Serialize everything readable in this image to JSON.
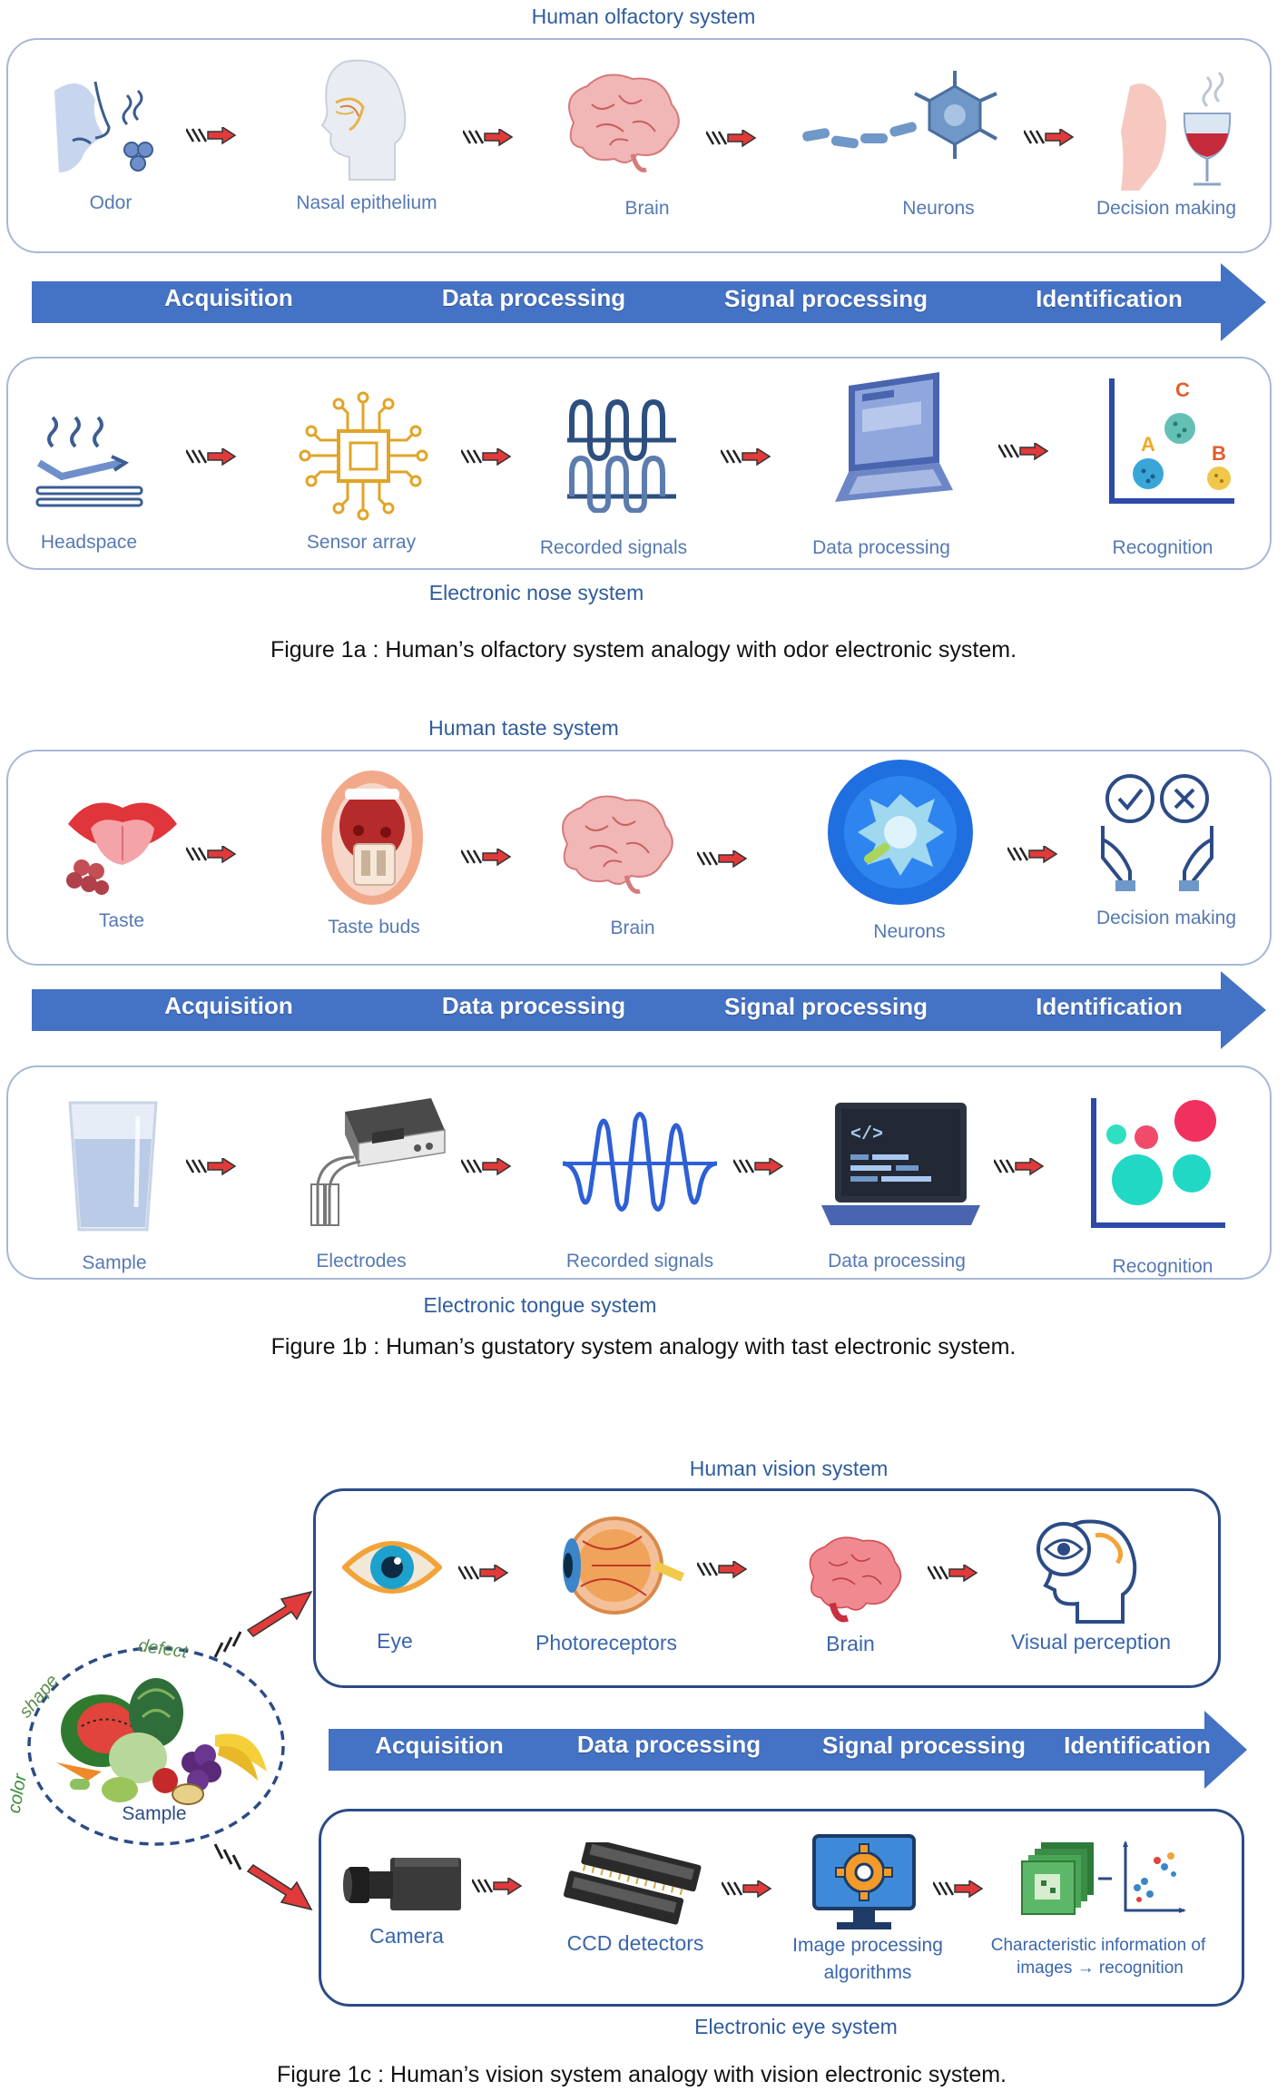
{
  "fig_a": {
    "human_title": "Human olfactory system",
    "human_items": [
      "Odor",
      "Nasal epithelium",
      "Brain",
      "Neurons",
      "Decision making"
    ],
    "stages": [
      "Acquisition",
      "Data processing",
      "Signal processing",
      "Identification"
    ],
    "device_items": [
      "Headspace",
      "Sensor array",
      "Recorded signals",
      "Data processing",
      "Recognition"
    ],
    "device_title": "Electronic nose system",
    "caption": "Figure 1a : Human’s olfactory system analogy with odor electronic system.",
    "recognition_letters": [
      "C",
      "A",
      "B"
    ]
  },
  "fig_b": {
    "human_title": "Human taste system",
    "human_items": [
      "Taste",
      "Taste buds",
      "Brain",
      "Neurons",
      "Decision making"
    ],
    "stages": [
      "Acquisition",
      "Data processing",
      "Signal processing",
      "Identification"
    ],
    "device_items": [
      "Sample",
      "Electrodes",
      "Recorded signals",
      "Data processing",
      "Recognition"
    ],
    "device_title": "Electronic tongue system",
    "caption": "Figure 1b : Human’s gustatory system analogy with tast electronic system."
  },
  "fig_c": {
    "human_title": "Human vision system",
    "human_items": [
      "Eye",
      "Photoreceptors",
      "Brain",
      "Visual perception"
    ],
    "stages": [
      "Acquisition",
      "Data processing",
      "Signal processing",
      "Identification"
    ],
    "device_items": [
      "Camera",
      "CCD detectors",
      "Image processing",
      "algorithms",
      "Characteristic information of",
      "images → recognition"
    ],
    "device_title": "Electronic eye system",
    "sample_label": "Sample",
    "sample_tags": [
      "defect",
      "shape",
      "color"
    ],
    "caption": "Figure 1c : Human’s vision system analogy with vision electronic system."
  },
  "colors": {
    "stage_bar": "#4472c4",
    "arrow_red": "#e03a3a",
    "panel_border": "#a7b8d6",
    "panel_border_dark": "#2c4b86",
    "label_blue": "#5579b3"
  },
  "icons": [
    "nose-icon",
    "head-icon",
    "brain-icon",
    "neuron-icon",
    "wine-icon",
    "headspace-icon",
    "chip-icon",
    "signal-icon",
    "laptop-icon",
    "scatter-icon",
    "lips-icon",
    "mouth-icon",
    "cell-icon",
    "hands-icon",
    "glass-icon",
    "electrode-device-icon",
    "wave-icon",
    "code-laptop-icon",
    "eye-icon",
    "eyeball-icon",
    "profile-icon",
    "fruit-basket-icon",
    "camera-icon",
    "ccd-icon",
    "gear-monitor-icon",
    "image-stack-icon"
  ]
}
